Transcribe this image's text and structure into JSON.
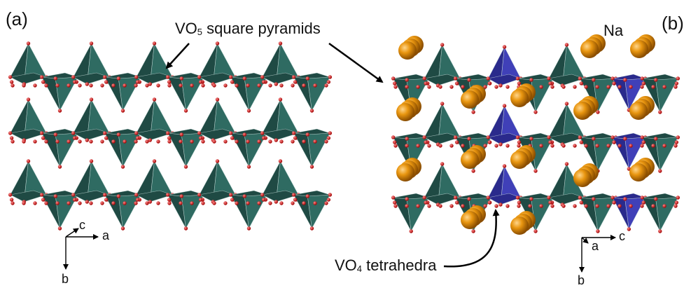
{
  "panel_a": {
    "tag": "(a)",
    "axes": {
      "right": "a",
      "diag": "c",
      "down": "b"
    }
  },
  "panel_b": {
    "tag": "(b)",
    "axes": {
      "right": "c",
      "diag": "a",
      "down": "b"
    },
    "atom_label": "Na"
  },
  "annotations": {
    "pyramids": {
      "prefix": "VO",
      "sub": "5",
      "suffix": " square pyramids"
    },
    "tetrahedra": {
      "prefix": "VO",
      "sub": "4",
      "suffix": " tetrahedra"
    }
  },
  "colors": {
    "pyramid": "#1f4a44",
    "pyramid_face": "#2f6b62",
    "tetrahedron": "#2a2a8c",
    "tetrahedron_face": "#4040b8",
    "oxygen": "#d01818",
    "sodium": "#e08a10",
    "arrow": "#000000"
  },
  "icons": [
    "vo5-pyramid-icon",
    "vo4-tetrahedron-icon",
    "oxygen-atom-icon",
    "sodium-atom-icon"
  ]
}
